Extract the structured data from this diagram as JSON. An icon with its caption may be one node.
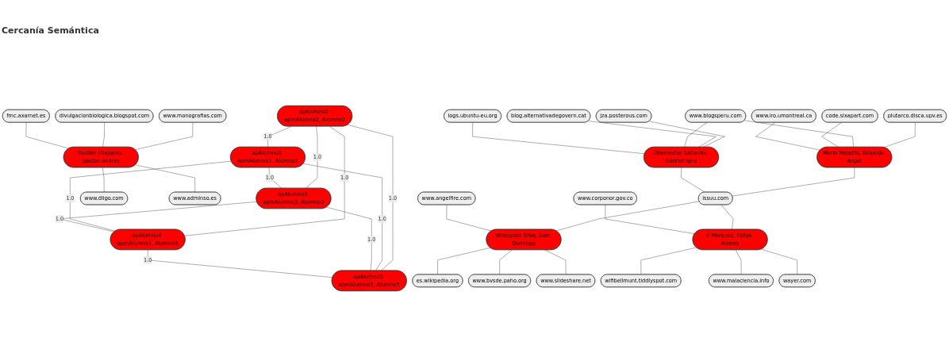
{
  "diagram": {
    "title": "Cercanía Semántica",
    "nodes": [
      {
        "text": [
          "apAlumno2 apmAlumno2, Alumno2"
        ]
      },
      {
        "text": [
          "apAlumno1 apmAlumno1, Alumno1"
        ]
      },
      {
        "text": [
          "apAlumno3 apmAlumno3, Alumno3"
        ]
      },
      {
        "text": [
          "apAlumno4 apmAlumno1, Alumno4"
        ]
      },
      {
        "text": [
          "apAlumno5 apmAlumno5, Alumno5"
        ]
      },
      {
        "text": [
          "www.monografias.com"
        ]
      },
      {
        "text": [
          "divulgacionbiologica.blogspot.com"
        ]
      },
      {
        "text": [
          "fmc.axarnet.es"
        ]
      },
      {
        "text": [
          "lhuillier chaparro, gaston andres"
        ]
      },
      {
        "text": [
          "www.diigo.com"
        ]
      },
      {
        "text": [
          "www.adminso.es"
        ]
      },
      {
        "text": [
          "jza.posterous.com"
        ]
      },
      {
        "text": [
          "plutarco.disca.upv.es"
        ]
      },
      {
        "text": [
          "blog.alternativadegovern.cat"
        ]
      },
      {
        "text": [
          "www.blogsperu.com"
        ]
      },
      {
        "text": [
          "code.sixapart.com"
        ]
      },
      {
        "text": [
          "logs.ubuntu-eu.org"
        ]
      },
      {
        "text": [
          "Oberreuter Gallardo, Gabriel Igna"
        ]
      },
      {
        "text": [
          "Merlo Repetto, Eduardo Angel"
        ]
      },
      {
        "text": [
          "www.iro.umontreal.ca"
        ]
      },
      {
        "text": [
          "issuu.com"
        ]
      },
      {
        "text": [
          "www.angelfire.com"
        ]
      },
      {
        "text": [
          "Velasquez Silva, Juan Domingo"
        ]
      },
      {
        "text": [
          "es.wikipedia.org"
        ]
      },
      {
        "text": [
          "www.corponor.gov.co"
        ]
      },
      {
        "text": [
          "o Marquez, Felipe Andres"
        ]
      },
      {
        "text": [
          "www.bvsde.paho.org"
        ]
      },
      {
        "text": [
          "wifibellmunt.tiddlyspot.com"
        ]
      },
      {
        "text": [
          "www.slideshare.net"
        ]
      },
      {
        "text": [
          "wayer.com"
        ]
      },
      {
        "text": [
          "www.malaciencia.info"
        ]
      }
    ],
    "edges": [
      {
        "from": 0,
        "to": 1,
        "arrow": "none",
        "label": "1.0"
      },
      {
        "from": 0,
        "to": 2,
        "arrow": "none",
        "label": "1.0"
      },
      {
        "from": 1,
        "to": 2,
        "arrow": "none",
        "label": "1.0"
      },
      {
        "from": 0,
        "to": 3,
        "arrow": "none",
        "label": "1.0"
      },
      {
        "from": 1,
        "to": 3,
        "arrow": "none",
        "label": "1.0"
      },
      {
        "from": 0,
        "to": 4,
        "arrow": "none",
        "label": "1.0"
      },
      {
        "from": 1,
        "to": 4,
        "arrow": "none",
        "label": "1.0"
      },
      {
        "from": 2,
        "to": 3,
        "arrow": "none",
        "label": "1.0"
      },
      {
        "from": 2,
        "to": 4,
        "arrow": "none",
        "label": "1.0"
      },
      {
        "from": 3,
        "to": 4,
        "arrow": "none",
        "label": "1.0"
      },
      {
        "from": 5,
        "to": 8,
        "arrow": "none"
      },
      {
        "from": 6,
        "to": 8,
        "arrow": "none"
      },
      {
        "from": 7,
        "to": 8,
        "arrow": "none"
      },
      {
        "from": 8,
        "to": 9,
        "arrow": "none"
      },
      {
        "from": 8,
        "to": 10,
        "arrow": "none"
      },
      {
        "from": 11,
        "to": 17,
        "arrow": "none"
      },
      {
        "from": 13,
        "to": 17,
        "arrow": "none"
      },
      {
        "from": 14,
        "to": 17,
        "arrow": "none"
      },
      {
        "from": 16,
        "to": 17,
        "arrow": "none"
      },
      {
        "from": 12,
        "to": 18,
        "arrow": "none"
      },
      {
        "from": 14,
        "to": 18,
        "arrow": "none"
      },
      {
        "from": 15,
        "to": 18,
        "arrow": "none"
      },
      {
        "from": 19,
        "to": 18,
        "arrow": "none"
      },
      {
        "from": 18,
        "to": 20,
        "arrow": "none"
      },
      {
        "from": 17,
        "to": 20,
        "arrow": "none"
      },
      {
        "from": 20,
        "to": 25,
        "arrow": "none"
      },
      {
        "from": 20,
        "to": 22,
        "arrow": "none"
      },
      {
        "from": 21,
        "to": 22,
        "arrow": "none"
      },
      {
        "from": 22,
        "to": 23,
        "arrow": "none"
      },
      {
        "from": 22,
        "to": 26,
        "arrow": "none"
      },
      {
        "from": 22,
        "to": 28,
        "arrow": "none"
      },
      {
        "from": 24,
        "to": 25,
        "arrow": "none"
      },
      {
        "from": 25,
        "to": 27,
        "arrow": "none"
      },
      {
        "from": 25,
        "to": 30,
        "arrow": "none"
      },
      {
        "from": 25,
        "to": 29,
        "arrow": "none"
      }
    ]
  }
}
